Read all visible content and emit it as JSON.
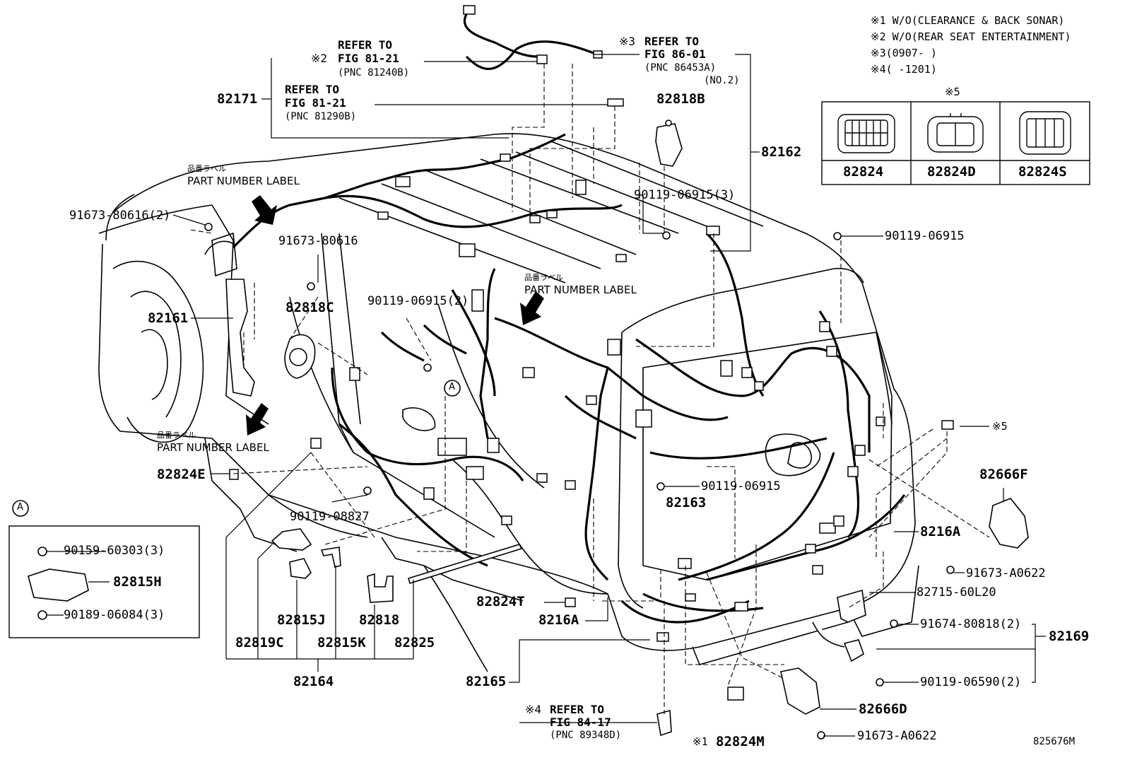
{
  "notes": [
    "※1 W/O(CLEARANCE & BACK SONAR)",
    "※2 W/O(REAR SEAT ENTERTAINMENT)",
    "※3(0907-      )",
    "※4(      -1201)"
  ],
  "connector_table": {
    "header": "※5",
    "cells": [
      "82824",
      "82824D",
      "82824S"
    ]
  },
  "references": {
    "ref1": {
      "line1": "REFER TO",
      "line2": "FIG 81-21",
      "pnc": "(PNC 81240B)",
      "mark": "※2"
    },
    "ref2": {
      "line1": "REFER TO",
      "line2": "FIG 81-21",
      "pnc": "(PNC 81290B)"
    },
    "ref3": {
      "line1": "REFER TO",
      "line2": "FIG 86-01",
      "pnc": "(PNC 86453A)",
      "no": "(NO.2)",
      "mark": "※3"
    },
    "ref4": {
      "line1": "REFER TO",
      "line2": "FIG 84-17",
      "pnc": "(PNC 89348D)",
      "mark": "※4"
    }
  },
  "part_number_label": {
    "jp": "品番ラベル",
    "en": "PART NUMBER LABEL"
  },
  "inset": {
    "marker": "A",
    "parts": [
      "90159-60303(3)",
      "82815H",
      "90189-06084(3)"
    ]
  },
  "parts": {
    "p82171": "82171",
    "p82818B": "82818B",
    "p82162": "82162",
    "p90119_06915_3": "90119-06915(3)",
    "p90119_06915_a": "90119-06915",
    "p91673_80616_2": "91673-80616(2)",
    "p91673_80616": "91673-80616",
    "p82161": "82161",
    "p82818C": "82818C",
    "p90119_06915_2": "90119-06915(2)",
    "p82824E": "82824E",
    "p90119_08827": "90119-08827",
    "p90119_06915_b": "90119-06915",
    "p82163": "82163",
    "p82666F": "82666F",
    "p5mark": "※5",
    "p8216A_r": "8216A",
    "p91673_A0622_a": "91673-A0622",
    "p82715_60L20": "82715-60L20",
    "p91674_80818_2": "91674-80818(2)",
    "p82169": "82169",
    "p90119_06590_2": "90119-06590(2)",
    "p82666D": "82666D",
    "p91673_A0622_b": "91673-A0622",
    "p82824M": "82824M",
    "p82824M_mark": "※1",
    "p82824T": "82824T",
    "p8216A_l": "8216A",
    "p82165": "82165",
    "p82815J": "82815J",
    "p82818": "82818",
    "p82819C": "82819C",
    "p82815K": "82815K",
    "p82825": "82825",
    "p82164": "82164",
    "p82815H_inset": "82815H"
  },
  "illustration_id": "825676M"
}
